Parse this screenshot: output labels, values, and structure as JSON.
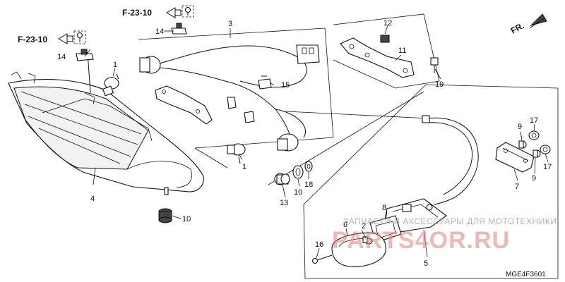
{
  "labels": {
    "l1a": "1",
    "l1b": "1",
    "l2": "2",
    "l3": "3",
    "l4": "4",
    "l5": "5",
    "l6": "6",
    "l7": "7",
    "l8": "8",
    "l9a": "9",
    "l9b": "9",
    "l10a": "10",
    "l10b": "10",
    "l11": "11",
    "l12": "12",
    "l13": "13",
    "l14a": "14",
    "l14b": "14",
    "l15": "15",
    "l16": "16",
    "l17a": "17",
    "l17b": "17",
    "l18": "18",
    "l19": "19"
  },
  "refs": {
    "top": "F-23-10",
    "left": "F-23-10"
  },
  "direction": "FR.",
  "diagram_code": "MGE4F3601",
  "watermark": {
    "line1": "ЗАПЧАСТИ И АКСЕССУАРЫ ДЛЯ МОТОТЕХНИКИ",
    "line2": "PARTS4OR.RU"
  }
}
